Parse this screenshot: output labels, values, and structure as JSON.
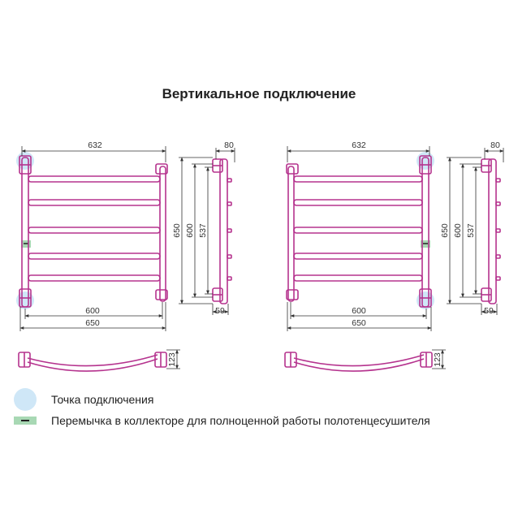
{
  "title": "Вертикальное подключение",
  "colors": {
    "pipe": "#b5338e",
    "dimension": "#333333",
    "connection_point": "#cfe7f7",
    "jumper": "#a8d8b4"
  },
  "left_view": {
    "top_width": "632",
    "inner_width": "600",
    "outer_width": "650",
    "side_depth": "80",
    "side_height_1": "650",
    "side_height_2": "600",
    "side_height_3": "537",
    "side_bottom": "59",
    "bottom_depth": "123"
  },
  "right_view": {
    "top_width": "632",
    "inner_width": "600",
    "outer_width": "650",
    "side_depth": "80",
    "side_height_1": "650",
    "side_height_2": "600",
    "side_height_3": "537",
    "side_bottom": "59",
    "bottom_depth": "123"
  },
  "legend": [
    {
      "label": "Точка подключения",
      "swatch": "connection-point"
    },
    {
      "label": "Перемычка в коллекторе для полноценной работы полотенцесушителя",
      "swatch": "jumper"
    }
  ]
}
